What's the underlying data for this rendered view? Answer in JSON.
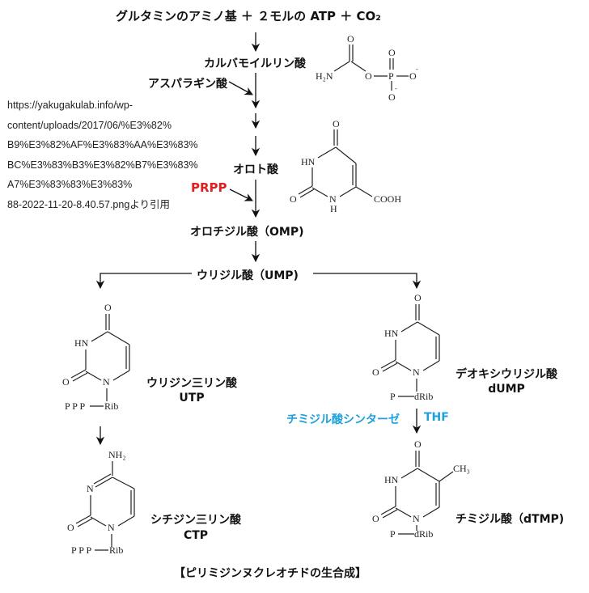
{
  "title": "グルタミンのアミノ基 ＋ ２モルの ATP ＋ CO₂",
  "steps": {
    "carbamoyl_phosphate": "カルバモイルリン酸",
    "aspartate": "アスパラギン酸",
    "orotate": "オロト酸",
    "prpp": "PRPP",
    "omp": "オロチジル酸（OMP)",
    "ump": "ウリジル酸（UMP)",
    "utp_name": "ウリジン三リン酸",
    "utp_abbr": "UTP",
    "ctp_name": "シチジン三リン酸",
    "ctp_abbr": "CTP",
    "dump_name": "デオキシウリジル酸",
    "dump_abbr": "dUMP",
    "enzyme": "チミジル酸シンターゼ",
    "cofactor": "THF",
    "dtmp": "チミジル酸（dTMP)"
  },
  "source_lines": [
    "https://yakugakulab.info/wp-",
    "content/uploads/2017/06/%E3%82%",
    "B9%E3%82%AF%E3%83%AA%E3%83%",
    "BC%E3%83%B3%E3%82%B7%E3%83%",
    "A7%E3%83%83%E3%83%",
    "88-2022-11-20-8.40.57.pngより引用"
  ],
  "caption": "【ピリミジンヌクレオチドの生合成】",
  "structures": {
    "carbamoyl": {
      "h2n": "H₂N",
      "o": "O",
      "p": "P",
      "minus": "-"
    },
    "orotate": {
      "hn": "HN",
      "o": "O",
      "n": "N",
      "h": "H",
      "cooh": "COOH"
    },
    "utp": {
      "hn": "HN",
      "o": "O",
      "n": "N",
      "ppp": "P P P",
      "rib": "Rib"
    },
    "ctp": {
      "nh2": "NH₂",
      "n": "N",
      "o": "O",
      "ppp": "P P P",
      "rib": "Rib"
    },
    "dump": {
      "hn": "HN",
      "o": "O",
      "n": "N",
      "p": "P",
      "drib": "dRib"
    },
    "dtmp": {
      "hn": "HN",
      "o": "O",
      "n": "N",
      "ch3": "CH₃",
      "p": "P",
      "drib": "dRib"
    }
  },
  "colors": {
    "prpp": "#e02020",
    "enzyme": "#1ea0dc",
    "text": "#111111"
  }
}
